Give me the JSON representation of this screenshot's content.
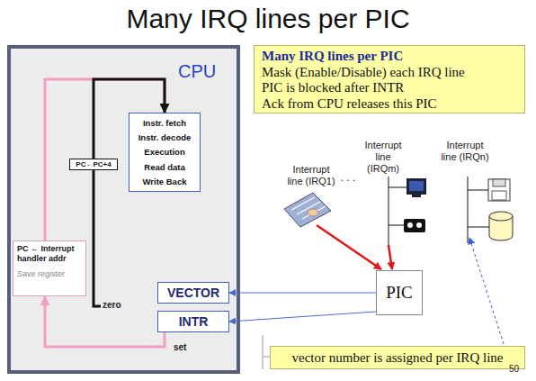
{
  "diagram": {
    "title": "Many IRQ lines per PIC",
    "nodes": [
      {
        "text": [
          "CPU"
        ]
      },
      {
        "text": [
          "Instr. fetch",
          "Instr. decode",
          "Execution",
          "Read data",
          "Write Back"
        ],
        "in": 0
      },
      {
        "text": [
          "PC←PC+4"
        ],
        "in": 0
      },
      {
        "text": [
          "PC ← Interrupt handler addr",
          "Save register"
        ],
        "in": 0
      },
      {
        "text": [
          "VECTOR"
        ],
        "in": 0
      },
      {
        "text": [
          "INTR"
        ],
        "in": 0
      },
      {
        "text": [
          "Many IRQ lines per PIC",
          "Mask (Enable/Disable) each IRQ line",
          "PIC is blocked after INTR",
          "Ack from CPU releases this PIC"
        ]
      },
      {
        "text": [
          "PIC"
        ]
      },
      {
        "text": [
          "vector number is assigned per IRQ line"
        ]
      }
    ],
    "edges": [
      {
        "from": 7,
        "to": 4,
        "arrow": "to"
      },
      {
        "from": 7,
        "to": 5,
        "arrow": "to"
      },
      {
        "from": 5,
        "to": 3,
        "arrow": "to"
      },
      {
        "from": 3,
        "to": 1,
        "arrow": "to"
      },
      {
        "from": 2,
        "to": 1,
        "arrow": "to"
      }
    ],
    "labels": [
      "Interrupt line (IRQ1)",
      "Interrupt line (IRQm)",
      "Interrupt line (IRQn)",
      ". . .",
      "zero",
      "set",
      "50"
    ]
  }
}
